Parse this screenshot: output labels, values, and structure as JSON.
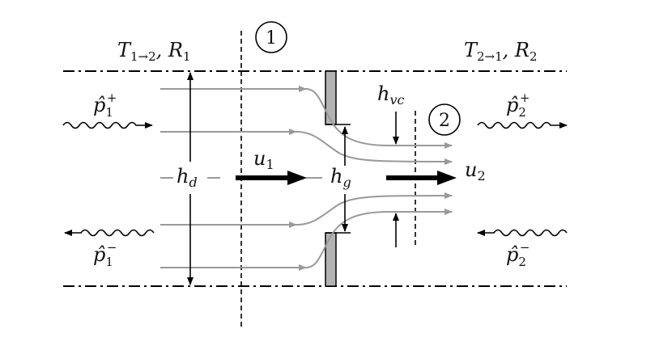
{
  "labels": {
    "t12": "T",
    "t12_sub": "1→2",
    "r1": ", R",
    "r1_sub": "1",
    "t21": "T",
    "t21_sub": "2→1",
    "r2": ", R",
    "r2_sub": "2",
    "p1plus": "p̂",
    "p1plus_sub": "1",
    "p1plus_sup": "+",
    "p1minus": "p̂",
    "p1minus_sub": "1",
    "p1minus_sup": "−",
    "p2plus": "p̂",
    "p2plus_sub": "2",
    "p2plus_sup": "+",
    "p2minus": "p̂",
    "p2minus_sub": "2",
    "p2minus_sup": "−",
    "hd": "h",
    "hd_sub": "d",
    "hg": "h",
    "hg_sub": "g",
    "hvc": "h",
    "hvc_sub": "vc",
    "u1": "u",
    "u1_sub": "1",
    "u2": "u",
    "u2_sub": "2",
    "station1": "1",
    "station2": "2"
  }
}
